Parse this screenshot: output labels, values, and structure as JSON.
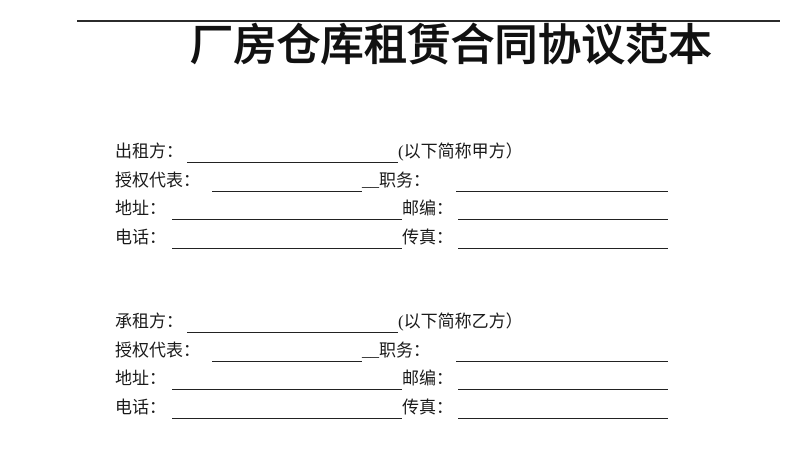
{
  "title": "厂房仓库租赁合同协议范本",
  "party_a": {
    "name_label": "出租方：",
    "name_suffix": "(以下简称甲方）",
    "rep_label": "授权代表：",
    "rep_mid": "__职务：",
    "addr_label": "地址：",
    "addr_mid": "邮编：",
    "phone_label": "电话：",
    "phone_mid": "传真："
  },
  "party_b": {
    "name_label": "承租方：",
    "name_suffix": "(以下简称乙方）",
    "rep_label": "授权代表：",
    "rep_mid": "__职务：",
    "addr_label": "地址：",
    "addr_mid": "邮编：",
    "phone_label": "电话：",
    "phone_mid": "传真："
  },
  "colors": {
    "text": "#1a1a1a",
    "rule": "#2b2b2b",
    "blank_line": "#222222",
    "background": "#ffffff"
  }
}
